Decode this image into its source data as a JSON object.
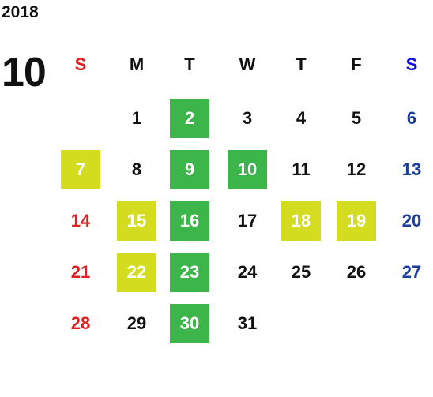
{
  "year": "2018",
  "month": "10",
  "weekdays": [
    {
      "label": "S",
      "style": "red"
    },
    {
      "label": "M",
      "style": ""
    },
    {
      "label": "T",
      "style": ""
    },
    {
      "label": "W",
      "style": ""
    },
    {
      "label": "T",
      "style": ""
    },
    {
      "label": "F",
      "style": ""
    },
    {
      "label": "S",
      "style": "blue"
    }
  ],
  "colors": {
    "green_highlight": "#3cb54a",
    "lime_highlight": "#d4dc1f",
    "sunday": "#e02020",
    "saturday": "#1a3d9e"
  },
  "weeks": [
    [
      null,
      {
        "day": "1",
        "style": ""
      },
      {
        "day": "2",
        "style": "green"
      },
      {
        "day": "3",
        "style": ""
      },
      {
        "day": "4",
        "style": ""
      },
      {
        "day": "5",
        "style": ""
      },
      {
        "day": "6",
        "style": "blue"
      }
    ],
    [
      {
        "day": "7",
        "style": "lime"
      },
      {
        "day": "8",
        "style": ""
      },
      {
        "day": "9",
        "style": "green"
      },
      {
        "day": "10",
        "style": "green"
      },
      {
        "day": "11",
        "style": ""
      },
      {
        "day": "12",
        "style": ""
      },
      {
        "day": "13",
        "style": "blue"
      }
    ],
    [
      {
        "day": "14",
        "style": "red"
      },
      {
        "day": "15",
        "style": "lime"
      },
      {
        "day": "16",
        "style": "green"
      },
      {
        "day": "17",
        "style": ""
      },
      {
        "day": "18",
        "style": "lime"
      },
      {
        "day": "19",
        "style": "lime"
      },
      {
        "day": "20",
        "style": "blue"
      }
    ],
    [
      {
        "day": "21",
        "style": "red"
      },
      {
        "day": "22",
        "style": "lime"
      },
      {
        "day": "23",
        "style": "green"
      },
      {
        "day": "24",
        "style": ""
      },
      {
        "day": "25",
        "style": ""
      },
      {
        "day": "26",
        "style": ""
      },
      {
        "day": "27",
        "style": "blue"
      }
    ],
    [
      {
        "day": "28",
        "style": "red"
      },
      {
        "day": "29",
        "style": ""
      },
      {
        "day": "30",
        "style": "green"
      },
      {
        "day": "31",
        "style": ""
      },
      null,
      null,
      null
    ]
  ]
}
